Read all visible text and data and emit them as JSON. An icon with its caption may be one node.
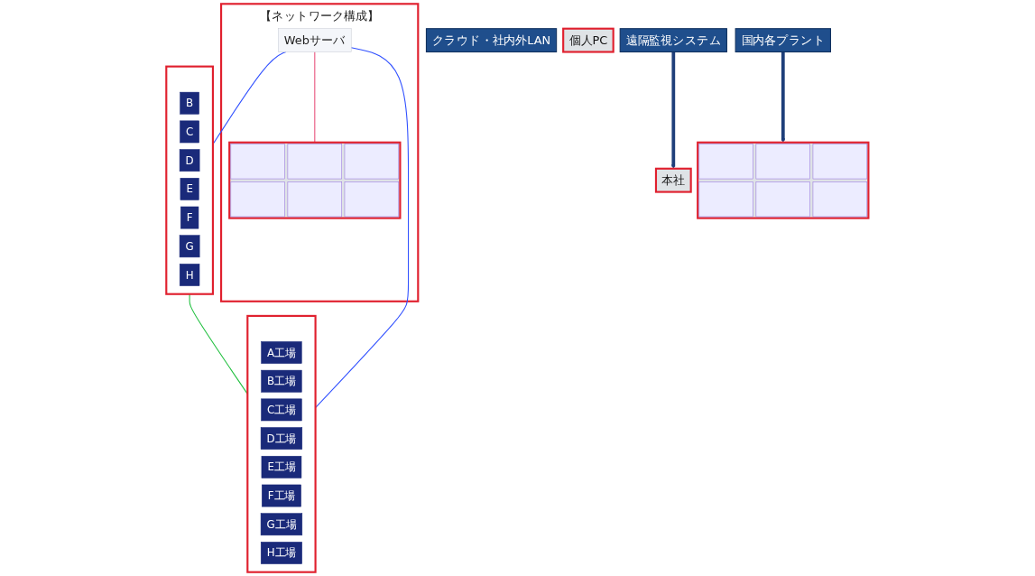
{
  "diagram": {
    "nodes": [
      {
        "text": [
          "【ネットワーク構成】"
        ]
      },
      {
        "text": [
          "Webサーバ"
        ],
        "in": 0
      },
      {
        "text": [],
        "shape": "picture",
        "in": 0
      },
      {
        "text": [
          "クラウド・社内外LAN"
        ]
      },
      {
        "text": [],
        "shape": "box"
      },
      {
        "text": [
          "B"
        ],
        "in": 4
      },
      {
        "text": [
          "C"
        ],
        "in": 4
      },
      {
        "text": [
          "D"
        ],
        "in": 4
      },
      {
        "text": [
          "E"
        ],
        "in": 4
      },
      {
        "text": [
          "F"
        ],
        "in": 4
      },
      {
        "text": [
          "G"
        ],
        "in": 4
      },
      {
        "text": [
          "H"
        ],
        "in": 4
      },
      {
        "text": [
          "遠隔監視システム"
        ]
      },
      {
        "text": [],
        "shape": "box"
      },
      {
        "text": [
          "A工場"
        ],
        "in": 13
      },
      {
        "text": [
          "B工場"
        ],
        "in": 13
      },
      {
        "text": [
          "C工場"
        ],
        "in": 13
      },
      {
        "text": [
          "D工場"
        ],
        "in": 13
      },
      {
        "text": [
          "E工場"
        ],
        "in": 13
      },
      {
        "text": [
          "F工場"
        ],
        "in": 13
      },
      {
        "text": [
          "G工場"
        ],
        "in": 13
      },
      {
        "text": [
          "H工場"
        ],
        "in": 13
      },
      {
        "text": [
          "国内各プラント"
        ]
      },
      {
        "text": [
          "本社"
        ]
      },
      {
        "text": [
          "個人PC"
        ]
      },
      {
        "text": [],
        "shape": "picture"
      }
    ],
    "edges": [
      {
        "from": 1,
        "to": 2,
        "arrow": "none",
        "color": "#e8507a"
      },
      {
        "from": 1,
        "to": 4,
        "arrow": "none"
      },
      {
        "from": 1,
        "to": 13,
        "arrow": "none"
      },
      {
        "from": 4,
        "to": 13,
        "arrow": "none",
        "color": "#22c040"
      },
      {
        "from": 12,
        "to": 23,
        "arrow": "to",
        "style": "thick",
        "color": "#1f3f7a"
      },
      {
        "from": 22,
        "to": 25,
        "arrow": "to",
        "style": "thick",
        "color": "#1f3f7a"
      }
    ]
  }
}
